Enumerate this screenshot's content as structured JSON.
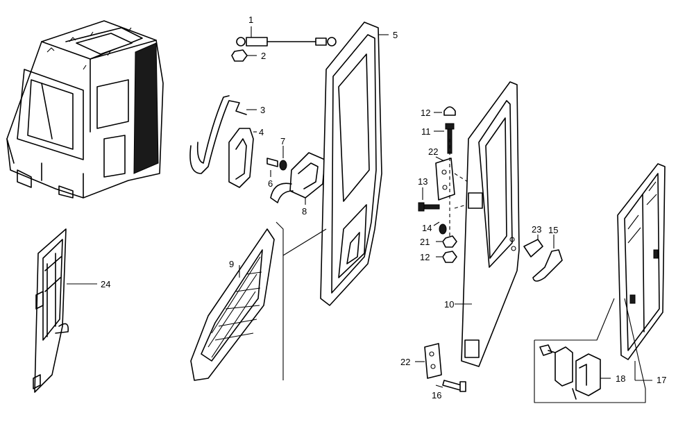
{
  "callouts": {
    "c1": "1",
    "c2": "2",
    "c3": "3",
    "c4": "4",
    "c5": "5",
    "c6": "6",
    "c7": "7",
    "c8": "8",
    "c9": "9",
    "c10": "10",
    "c11": "11",
    "c12a": "12",
    "c12b": "12",
    "c13": "13",
    "c14": "14",
    "c15": "15",
    "c16": "16",
    "c17": "17",
    "c18": "18",
    "c21": "21",
    "c22a": "22",
    "c22b": "22",
    "c23": "23",
    "c24": "24"
  }
}
